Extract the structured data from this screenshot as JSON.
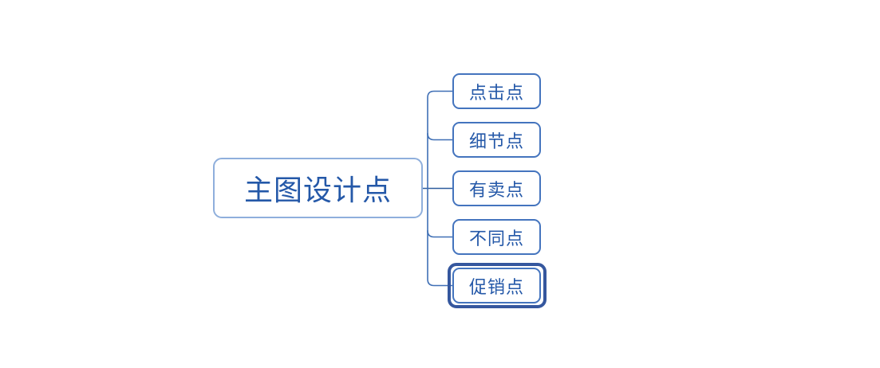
{
  "canvas": {
    "background": "#ffffff"
  },
  "mindmap": {
    "root": {
      "label": "主图设计点"
    },
    "children": [
      {
        "label": "点击点",
        "selected": false
      },
      {
        "label": "细节点",
        "selected": false
      },
      {
        "label": "有卖点",
        "selected": false
      },
      {
        "label": "不同点",
        "selected": false
      },
      {
        "label": "促销点",
        "selected": true
      }
    ],
    "colors": {
      "root_border": "#8fafdc",
      "child_border": "#4474be",
      "connector": "#3f6fb5",
      "connector_dark": "#2d5c9e",
      "text": "#2458a8",
      "selection_ring": "#35579e"
    }
  }
}
